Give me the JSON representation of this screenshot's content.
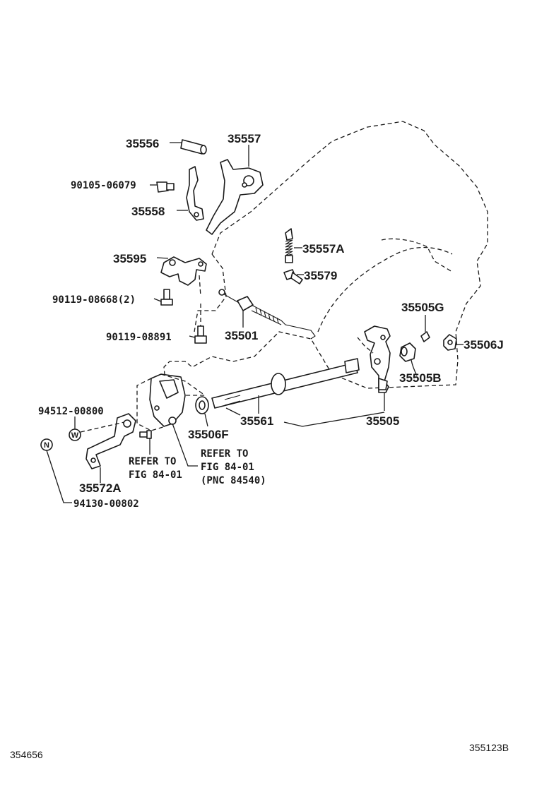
{
  "labels": {
    "p35556": "35556",
    "p35557": "35557",
    "p90105": "90105-06079",
    "p35558": "35558",
    "p35557A": "35557A",
    "p35579": "35579",
    "p35595": "35595",
    "p90119a": "90119-08668(2)",
    "p90119b": "90119-08891",
    "p35501": "35501",
    "p35505G": "35505G",
    "p35506J": "35506J",
    "p35505B": "35505B",
    "p94512": "94512-00800",
    "p35506F": "35506F",
    "p35561": "35561",
    "p35505": "35505",
    "p35572A": "35572A",
    "p94130": "94130-00802"
  },
  "refer_left": {
    "line1": "REFER TO",
    "line2": "FIG 84-01"
  },
  "refer_right": {
    "line1": "REFER TO",
    "line2": "FIG 84-01",
    "line3": "(PNC 84540)"
  },
  "symbols": {
    "washer": "W",
    "nut": "N"
  },
  "corner": {
    "left": "354656",
    "right": "355123B"
  }
}
